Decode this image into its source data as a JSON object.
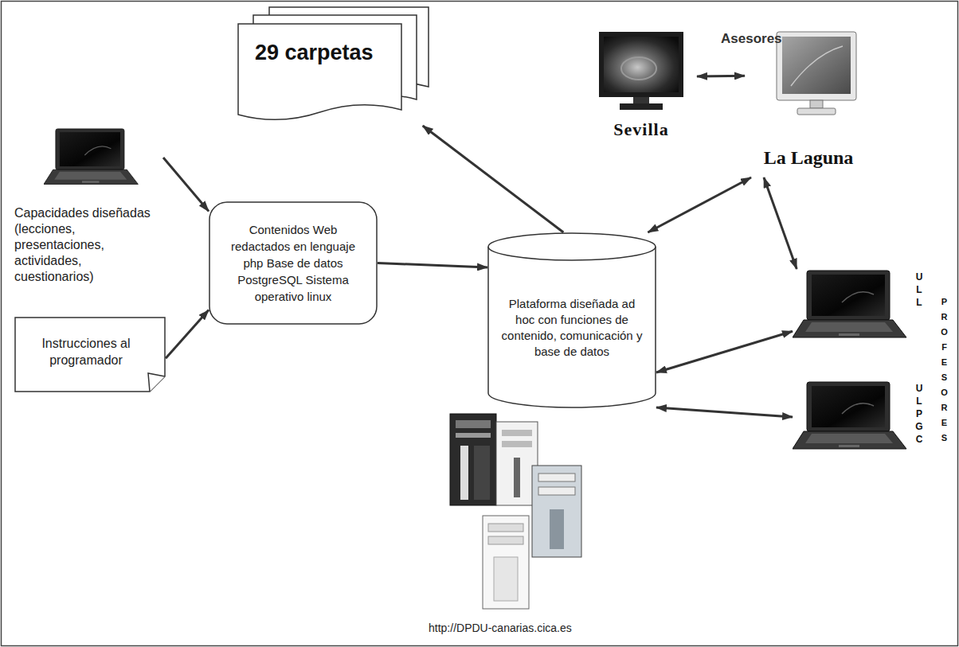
{
  "diagram": {
    "nodes": [
      {
        "text": [
          "Capacidades diseñadas (lecciones, presentaciones, actividades, cuestionarios)"
        ]
      },
      {
        "text": [
          "Instrucciones al programador"
        ]
      },
      {
        "text": [
          "Contenidos Web redactados en lenguaje php Base de datos PostgreSQL Sistema operativo linux"
        ]
      },
      {
        "text": [
          "Plataforma diseñada ad hoc con funciones de contenido, comunicación y base de datos"
        ]
      },
      {
        "text": [
          "29 carpetas"
        ]
      },
      {
        "text": [
          "Sevilla"
        ]
      },
      {
        "text": [
          "La Laguna"
        ]
      },
      {
        "text": [
          "ULL"
        ]
      },
      {
        "text": [
          "ULPGC"
        ]
      }
    ],
    "edges": [
      {
        "from": 0,
        "to": 2,
        "arrow": "to"
      },
      {
        "from": 1,
        "to": 2,
        "arrow": "to"
      },
      {
        "from": 2,
        "to": 3,
        "arrow": "to"
      },
      {
        "from": 3,
        "to": 4,
        "arrow": "to"
      },
      {
        "from": 5,
        "to": 6,
        "arrow": "both"
      },
      {
        "from": 3,
        "to": 6,
        "arrow": "both"
      },
      {
        "from": 6,
        "to": 7,
        "arrow": "both"
      },
      {
        "from": 3,
        "to": 7,
        "arrow": "both"
      },
      {
        "from": 3,
        "to": 8,
        "arrow": "both"
      }
    ],
    "labels": [
      "Asesores",
      "PROFESORES",
      "http://DPDU-canarias.cica.es"
    ]
  }
}
